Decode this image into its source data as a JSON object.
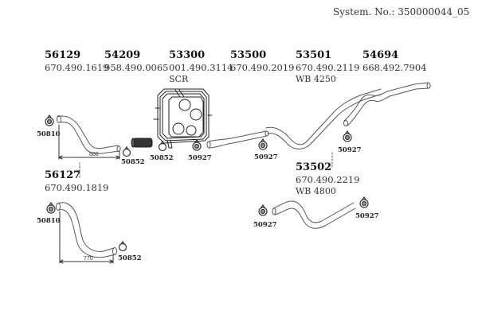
{
  "header": {
    "system_number": "System. No.: 350000044_05"
  },
  "parts": [
    {
      "id": "56129",
      "code": "670.490.1619",
      "note": ""
    },
    {
      "id": "54209",
      "code": "958.490.0065",
      "note": ""
    },
    {
      "id": "53300",
      "code": "001.490.3114",
      "note": "SCR"
    },
    {
      "id": "53500",
      "code": "670.490.2019",
      "note": ""
    },
    {
      "id": "53501",
      "code": "670.490.2119",
      "note": "WB 4250"
    },
    {
      "id": "54694",
      "code": "668.492.7904",
      "note": ""
    },
    {
      "id": "56127",
      "code": "670.490.1819",
      "note": ""
    },
    {
      "id": "53502",
      "code": "670.490.2219",
      "note": "WB 4800"
    }
  ],
  "clamps": [
    "50810",
    "50852",
    "50852",
    "50927",
    "50927",
    "50927",
    "50810",
    "50852",
    "50927",
    "50927"
  ],
  "dimensions": {
    "pipe_56129": "800",
    "pipe_56127": "770"
  }
}
